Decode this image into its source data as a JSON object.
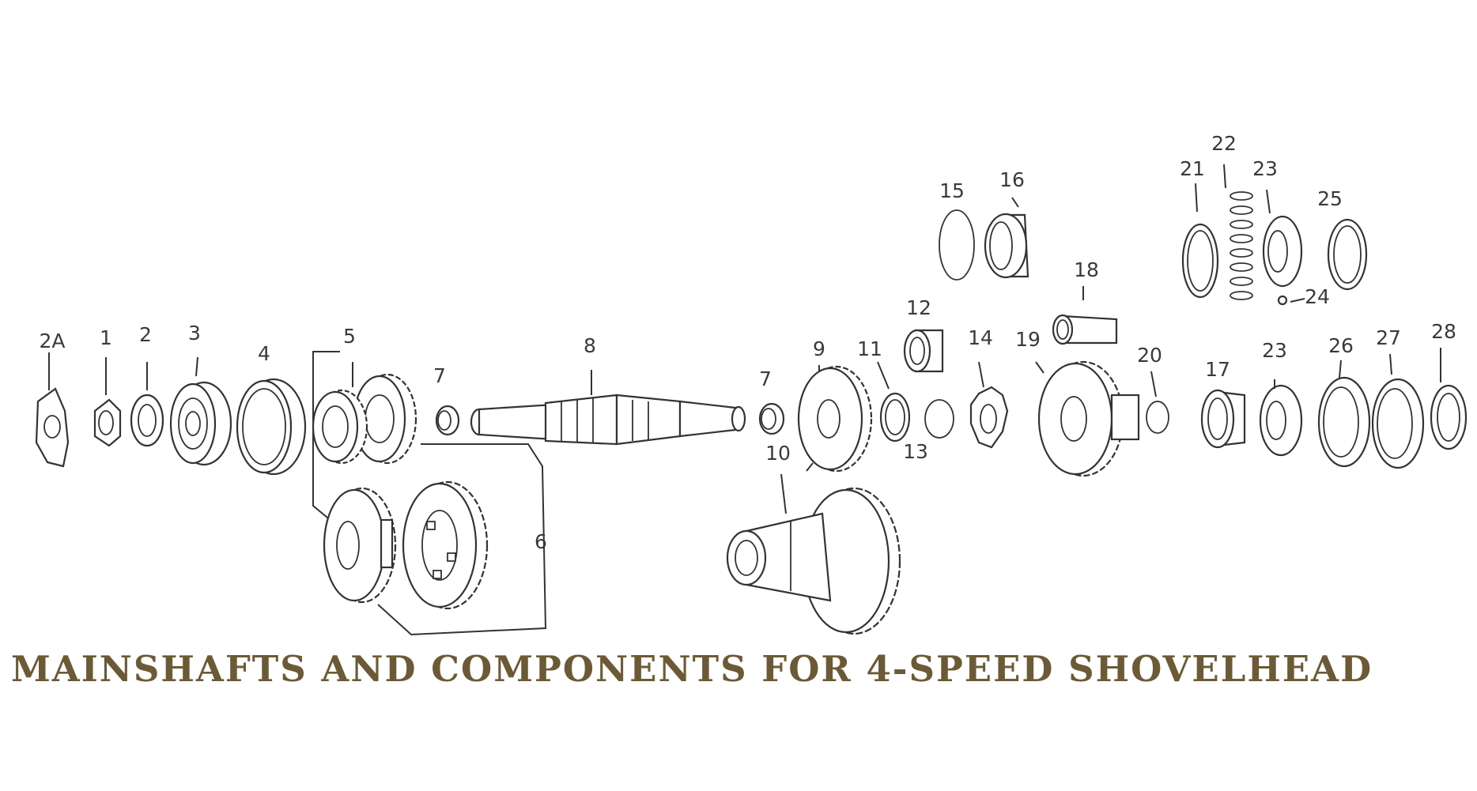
{
  "title": "MAINSHAFTS AND COMPONENTS FOR 4-SPEED SHOVELHEAD",
  "colors": {
    "title": "#6b5a35",
    "line": "#333333",
    "label": "#3a3a3a"
  },
  "labels": {
    "p2a": "2A",
    "p1": "1",
    "p2": "2",
    "p3": "3",
    "p4": "4",
    "p5": "5",
    "p6": "6",
    "p7a": "7",
    "p7b": "7",
    "p8": "8",
    "p9": "9",
    "p10": "10",
    "p11": "11",
    "p12": "12",
    "p13": "13",
    "p14": "14",
    "p15": "15",
    "p16": "16",
    "p17": "17",
    "p18": "18",
    "p19": "19",
    "p20": "20",
    "p21": "21",
    "p22": "22",
    "p23a": "23",
    "p23b": "23",
    "p24": "24",
    "p25": "25",
    "p26": "26",
    "p27": "27",
    "p28": "28"
  }
}
